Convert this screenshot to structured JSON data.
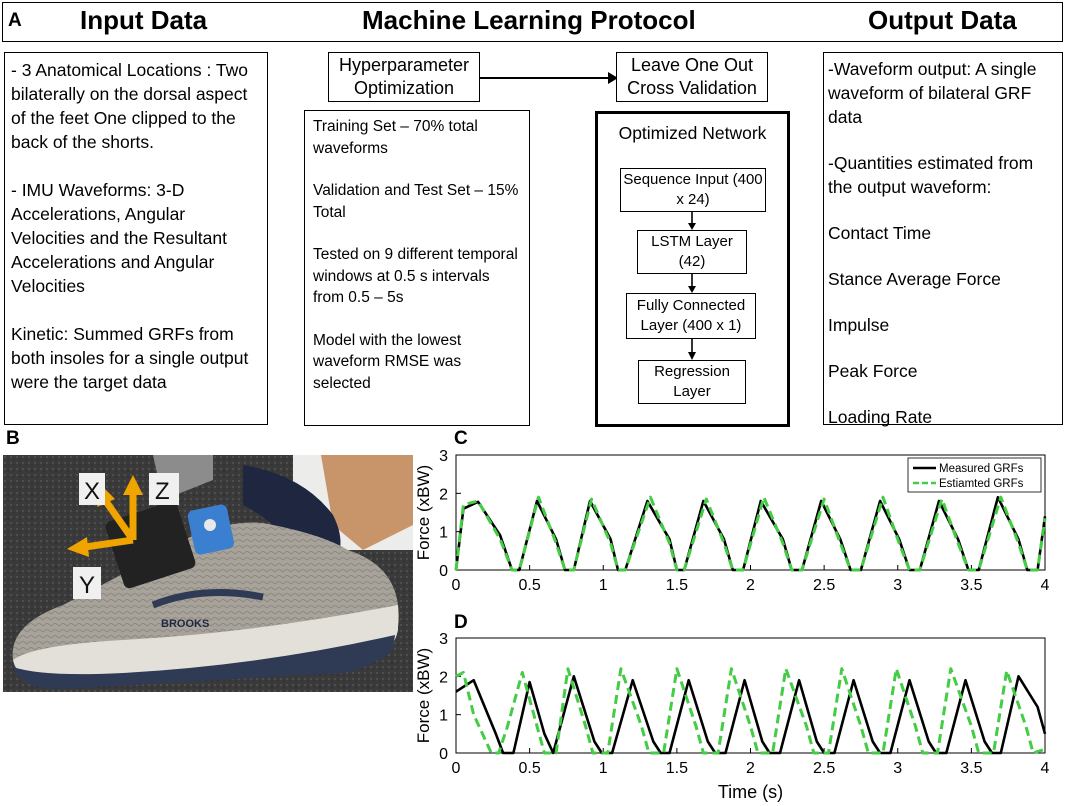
{
  "header": {
    "letter_a": "A",
    "input_title": "Input Data",
    "ml_title": "Machine Learning Protocol",
    "output_title": "Output Data"
  },
  "input_data": {
    "p1": "- 3 Anatomical Locations : Two bilaterally on the dorsal aspect of the feet One clipped to the back of the shorts.",
    "p2": "- IMU Waveforms: 3-D Accelerations, Angular Velocities and the Resultant Accelerations and Angular Velocities",
    "p3": "Kinetic: Summed GRFs from both insoles for a single output were the target data"
  },
  "protocol": {
    "hyperparameter": "Hyperparameter Optimization",
    "loocv": "Leave One Out Cross Validation",
    "training": "Training Set – 70% total waveforms",
    "validation": "Validation and Test Set – 15% Total",
    "tested": "Tested on 9 different temporal windows at 0.5 s intervals from 0.5 – 5s",
    "model": "Model with the lowest waveform RMSE was selected",
    "network_title": "Optimized Network",
    "layers": [
      "Sequence Input (400 x 24)",
      "LSTM Layer (42)",
      "Fully Connected Layer (400 x 1)",
      "Regression Layer"
    ]
  },
  "output_data": {
    "waveform": "-Waveform output: A single waveform of bilateral GRF data",
    "quantities": "-Quantities estimated from the output waveform:",
    "items": [
      "Contact Time",
      "Stance Average Force",
      "Impulse",
      "Peak Force",
      "Loading Rate"
    ]
  },
  "photo": {
    "letter": "B",
    "axis_x": "X",
    "axis_y": "Y",
    "axis_z": "Z",
    "brand": "BROOKS",
    "colors": {
      "ground": "#3c3c3c",
      "shoe": "#a8a39a",
      "sole_trim": "#2f3a55",
      "skin": "#c8946a",
      "axis_arrow": "#f0a400",
      "sensor": "#3a7fd0"
    }
  },
  "chart_data": [
    {
      "panel": "C",
      "type": "line",
      "xlabel": "Time (s)",
      "ylabel": "Force (xBW)",
      "xlim": [
        0,
        4
      ],
      "ylim": [
        0,
        3
      ],
      "xticks": [
        0,
        0.5,
        1,
        1.5,
        2,
        2.5,
        3,
        3.5,
        4
      ],
      "yticks": [
        0,
        1,
        2,
        3
      ],
      "legend_position": "top-right",
      "series": [
        {
          "name": "Measured GRFs",
          "color": "#000000",
          "style": "solid",
          "x": [
            0,
            0.05,
            0.15,
            0.3,
            0.38,
            0.43,
            0.55,
            0.68,
            0.74,
            0.8,
            0.91,
            1.05,
            1.1,
            1.15,
            1.3,
            1.45,
            1.5,
            1.55,
            1.68,
            1.82,
            1.88,
            1.95,
            2.07,
            2.22,
            2.28,
            2.35,
            2.48,
            2.61,
            2.68,
            2.75,
            2.88,
            3.01,
            3.08,
            3.15,
            3.28,
            3.41,
            3.48,
            3.55,
            3.68,
            3.82,
            3.88,
            3.95,
            4.0
          ],
          "y": [
            0.0,
            1.6,
            1.78,
            0.9,
            0.0,
            0.0,
            1.8,
            0.8,
            0.0,
            0.0,
            1.8,
            0.8,
            0.0,
            0.0,
            1.8,
            0.8,
            0.0,
            0.0,
            1.8,
            0.8,
            0.0,
            0.0,
            1.8,
            0.8,
            0.0,
            0.0,
            1.8,
            0.8,
            0.0,
            0.0,
            1.8,
            0.8,
            0.0,
            0.0,
            1.8,
            0.8,
            0.0,
            0.0,
            1.9,
            0.8,
            0.0,
            0.0,
            1.4
          ]
        },
        {
          "name": "Estiamted GRFs",
          "color": "#44cc44",
          "style": "dashed",
          "x": [
            0,
            0.05,
            0.15,
            0.3,
            0.38,
            0.43,
            0.56,
            0.68,
            0.74,
            0.8,
            0.92,
            1.05,
            1.1,
            1.15,
            1.32,
            1.45,
            1.5,
            1.55,
            1.7,
            1.82,
            1.88,
            1.95,
            2.09,
            2.22,
            2.28,
            2.35,
            2.5,
            2.61,
            2.68,
            2.75,
            2.9,
            3.01,
            3.08,
            3.15,
            3.3,
            3.41,
            3.48,
            3.55,
            3.7,
            3.82,
            3.88,
            3.95,
            4.0
          ],
          "y": [
            0.0,
            1.7,
            1.8,
            0.8,
            0.0,
            0.0,
            1.9,
            0.7,
            0.0,
            0.0,
            1.85,
            0.7,
            0.0,
            0.0,
            1.9,
            0.7,
            0.0,
            0.0,
            1.85,
            0.7,
            0.0,
            0.0,
            1.9,
            0.7,
            0.0,
            0.0,
            1.85,
            0.7,
            0.0,
            0.0,
            1.9,
            0.7,
            0.0,
            0.0,
            1.85,
            0.7,
            0.0,
            0.0,
            1.9,
            0.7,
            0.0,
            0.0,
            1.35
          ]
        }
      ]
    },
    {
      "panel": "D",
      "type": "line",
      "xlabel": "Time (s)",
      "ylabel": "Force (xBW)",
      "xlim": [
        0,
        4
      ],
      "ylim": [
        0,
        3
      ],
      "xticks": [
        0,
        0.5,
        1,
        1.5,
        2,
        2.5,
        3,
        3.5,
        4
      ],
      "yticks": [
        0,
        1,
        2,
        3
      ],
      "series": [
        {
          "name": "Measured GRFs",
          "color": "#000000",
          "style": "solid",
          "x": [
            0,
            0.04,
            0.12,
            0.27,
            0.32,
            0.39,
            0.5,
            0.6,
            0.66,
            0.8,
            0.94,
            0.99,
            1.06,
            1.2,
            1.34,
            1.39,
            1.45,
            1.58,
            1.71,
            1.76,
            1.83,
            1.96,
            2.08,
            2.13,
            2.2,
            2.33,
            2.45,
            2.5,
            2.57,
            2.7,
            2.83,
            2.88,
            2.95,
            3.08,
            3.21,
            3.26,
            3.33,
            3.46,
            3.59,
            3.64,
            3.7,
            3.82,
            3.95,
            4.0
          ],
          "y": [
            1.6,
            1.7,
            1.9,
            0.5,
            0.0,
            0.0,
            1.85,
            0.5,
            0.0,
            2.0,
            0.3,
            0.0,
            0.0,
            1.9,
            0.3,
            0.0,
            0.0,
            1.9,
            0.3,
            0.0,
            0.0,
            1.9,
            0.3,
            0.0,
            0.0,
            1.9,
            0.3,
            0.0,
            0.0,
            1.9,
            0.3,
            0.0,
            0.0,
            1.9,
            0.3,
            0.0,
            0.0,
            1.9,
            0.3,
            0.0,
            0.0,
            2.0,
            1.2,
            0.5
          ]
        },
        {
          "name": "Estiamted GRFs",
          "color": "#44cc44",
          "style": "dashed",
          "x": [
            0,
            0.05,
            0.12,
            0.24,
            0.29,
            0.35,
            0.45,
            0.55,
            0.6,
            0.68,
            0.76,
            0.88,
            0.93,
            1.03,
            1.12,
            1.26,
            1.31,
            1.41,
            1.5,
            1.63,
            1.68,
            1.78,
            1.87,
            2.0,
            2.05,
            2.15,
            2.24,
            2.38,
            2.43,
            2.53,
            2.62,
            2.75,
            2.8,
            2.9,
            2.99,
            3.12,
            3.17,
            3.27,
            3.36,
            3.5,
            3.55,
            3.65,
            3.74,
            3.87,
            3.92,
            4.0
          ],
          "y": [
            2.0,
            2.1,
            1.0,
            0.0,
            0.0,
            0.7,
            2.1,
            0.7,
            0.0,
            0.0,
            2.2,
            0.7,
            0.0,
            0.0,
            2.2,
            0.7,
            0.0,
            0.0,
            2.2,
            0.7,
            0.0,
            0.0,
            2.2,
            0.7,
            0.0,
            0.0,
            2.2,
            0.7,
            0.0,
            0.0,
            2.2,
            0.7,
            0.0,
            0.0,
            2.2,
            0.7,
            0.0,
            0.0,
            2.2,
            0.7,
            0.0,
            0.0,
            2.15,
            0.7,
            0.0,
            0.1
          ]
        }
      ]
    }
  ]
}
